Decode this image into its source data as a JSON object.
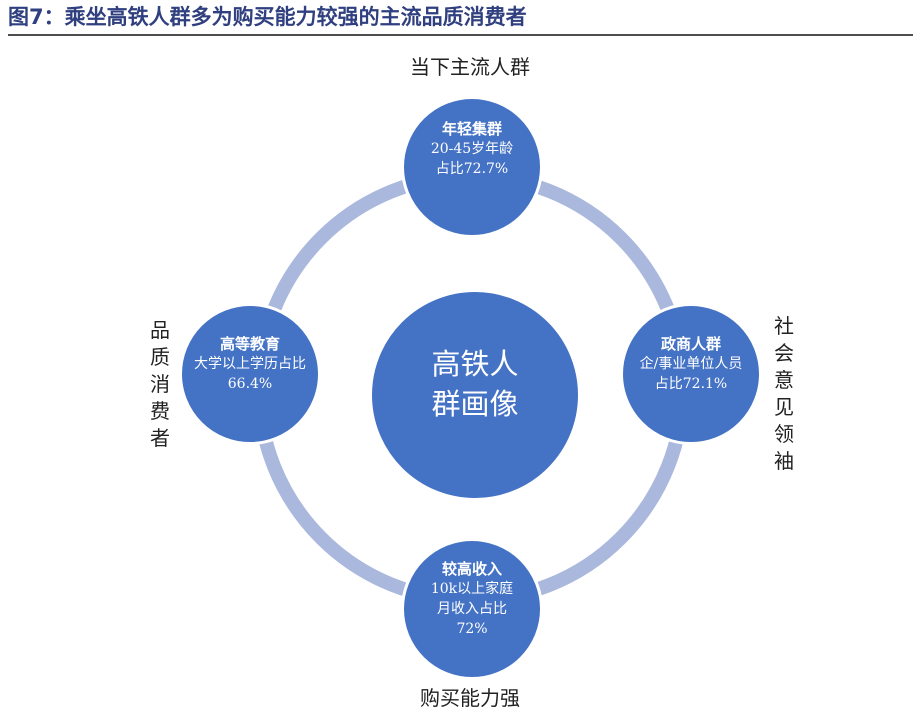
{
  "title": "图7：乘坐高铁人群多为购买能力较强的主流品质消费者",
  "center": "高铁人群画像",
  "nodes": {
    "top": {
      "heading": "年轻集群",
      "body": "20-45岁年龄占比72.7%",
      "label": "当下主流人群"
    },
    "right": {
      "heading": "政商人群",
      "body": "企/事业单位人员占比72.1%",
      "label": "社会意见领袖"
    },
    "bottom": {
      "heading": "较高收入",
      "body": "10k以上家庭月收入占比72%",
      "label": "购买能力强"
    },
    "left": {
      "heading": "高等教育",
      "body": "大学以上学历占比66.4%",
      "label": "品质消费者"
    }
  },
  "colors": {
    "node_fill": "#4472c4",
    "ring": "#aab8dd",
    "title": "#2f3f7f"
  }
}
